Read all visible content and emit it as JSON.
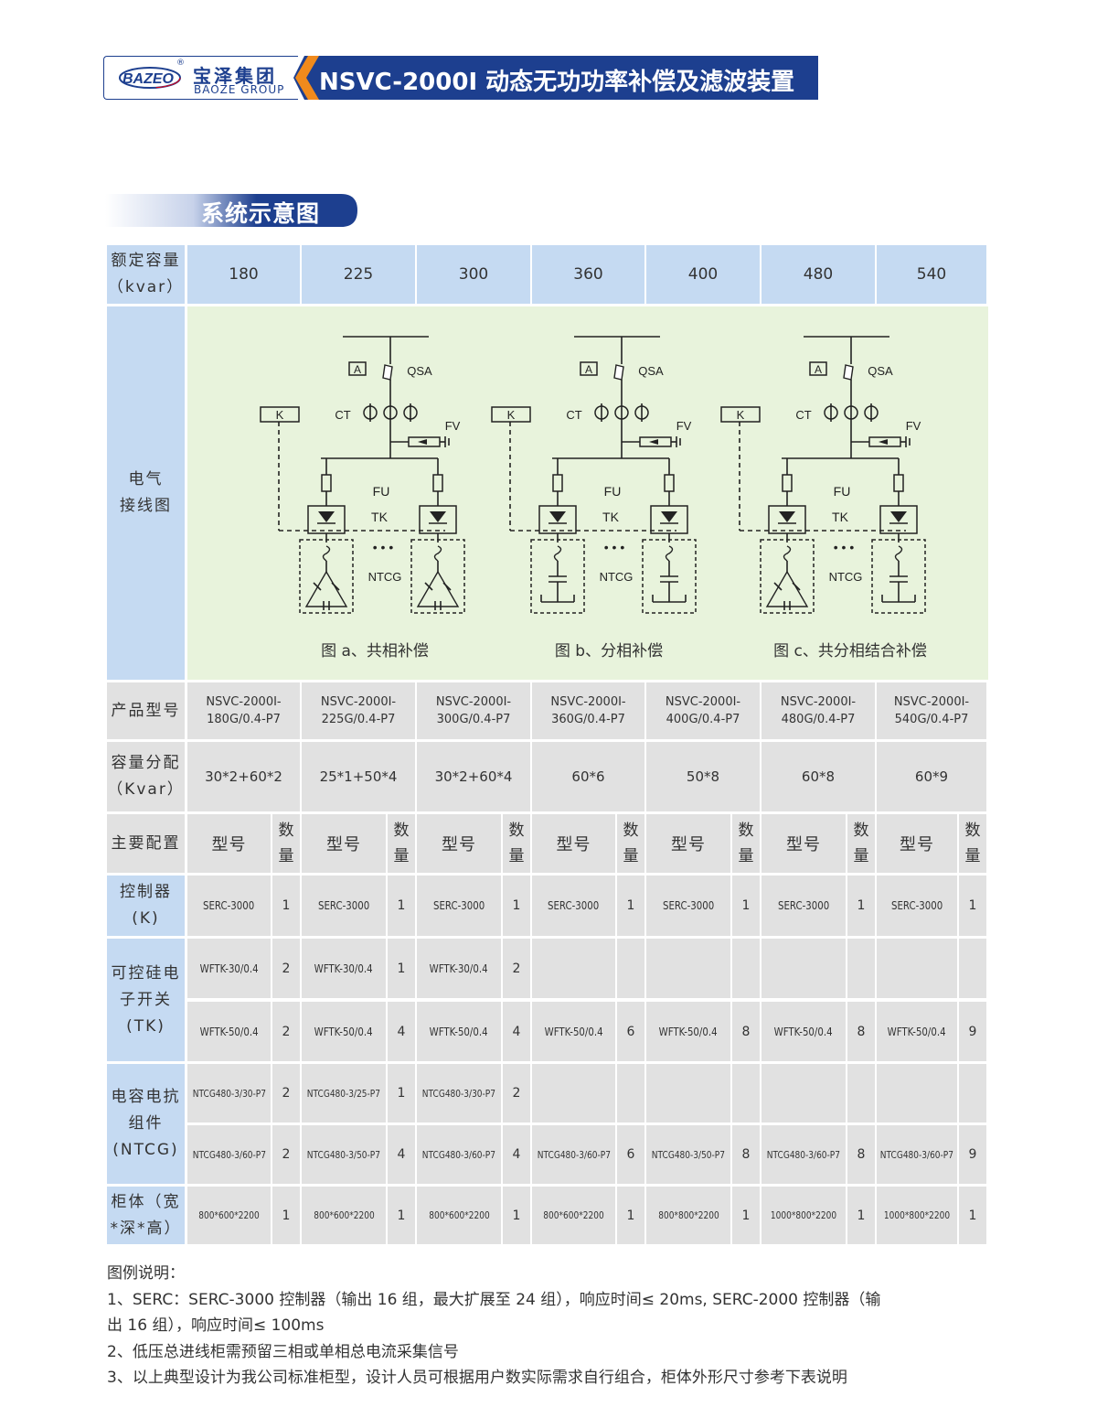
{
  "header": {
    "logo_mark": "BAZEO",
    "logo_cn": "宝泽集团",
    "logo_en": "BAOZE GROUP",
    "title": "NSVC-2000I 动态无功功率补偿及滤波装置",
    "colors": {
      "brand_blue": "#1d3f8f",
      "accent_orange": "#f08a1c"
    }
  },
  "section": {
    "title": "系统示意图"
  },
  "table": {
    "capacity_label": "额定容量（kvar）",
    "capacities": [
      "180",
      "225",
      "300",
      "360",
      "400",
      "480",
      "540"
    ],
    "wiring_label": "电气接线图",
    "diagram": {
      "labels": {
        "ammeter": "A",
        "switch": "QSA",
        "ct": "CT",
        "fv": "FV",
        "controller": "K",
        "fuse": "FU",
        "thyristor": "TK",
        "capacitor": "NTCG",
        "dots": "• • •"
      },
      "captions": [
        "图 a、共相补偿",
        "图 b、分相补偿",
        "图 c、共分相结合补偿"
      ]
    },
    "model_label": "产品型号",
    "models": [
      [
        "NSVC-2000I-",
        "180G/0.4-P7"
      ],
      [
        "NSVC-2000I-",
        "225G/0.4-P7"
      ],
      [
        "NSVC-2000I-",
        "300G/0.4-P7"
      ],
      [
        "NSVC-2000I-",
        "360G/0.4-P7"
      ],
      [
        "NSVC-2000I-",
        "400G/0.4-P7"
      ],
      [
        "NSVC-2000I-",
        "480G/0.4-P7"
      ],
      [
        "NSVC-2000I-",
        "540G/0.4-P7"
      ]
    ],
    "dist_label": "容量分配（Kvar）",
    "distributions": [
      "30*2+60*2",
      "25*1+50*4",
      "30*2+60*4",
      "60*6",
      "50*8",
      "60*8",
      "60*9"
    ],
    "config_label": "主要配置",
    "col_type": "型号",
    "col_qty": "数量",
    "controller": {
      "label": "控制器(K)",
      "rows": [
        {
          "model": "SERC-3000",
          "qty": "1"
        },
        {
          "model": "SERC-3000",
          "qty": "1"
        },
        {
          "model": "SERC-3000",
          "qty": "1"
        },
        {
          "model": "SERC-3000",
          "qty": "1"
        },
        {
          "model": "SERC-3000",
          "qty": "1"
        },
        {
          "model": "SERC-3000",
          "qty": "1"
        },
        {
          "model": "SERC-3000",
          "qty": "1"
        }
      ]
    },
    "tk": {
      "label": "可控硅电子开关(TK)",
      "row1": [
        {
          "model": "WFTK-30/0.4",
          "qty": "2"
        },
        {
          "model": "WFTK-30/0.4",
          "qty": "1"
        },
        {
          "model": "WFTK-30/0.4",
          "qty": "2"
        },
        {
          "model": "",
          "qty": ""
        },
        {
          "model": "",
          "qty": ""
        },
        {
          "model": "",
          "qty": ""
        },
        {
          "model": "",
          "qty": ""
        }
      ],
      "row2": [
        {
          "model": "WFTK-50/0.4",
          "qty": "2"
        },
        {
          "model": "WFTK-50/0.4",
          "qty": "4"
        },
        {
          "model": "WFTK-50/0.4",
          "qty": "4"
        },
        {
          "model": "WFTK-50/0.4",
          "qty": "6"
        },
        {
          "model": "WFTK-50/0.4",
          "qty": "8"
        },
        {
          "model": "WFTK-50/0.4",
          "qty": "8"
        },
        {
          "model": "WFTK-50/0.4",
          "qty": "9"
        }
      ]
    },
    "ntcg": {
      "label": "电容电抗组件(NTCG)",
      "row1": [
        {
          "model": "NTCG480-3/30-P7",
          "qty": "2"
        },
        {
          "model": "NTCG480-3/25-P7",
          "qty": "1"
        },
        {
          "model": "NTCG480-3/30-P7",
          "qty": "2"
        },
        {
          "model": "",
          "qty": ""
        },
        {
          "model": "",
          "qty": ""
        },
        {
          "model": "",
          "qty": ""
        },
        {
          "model": "",
          "qty": ""
        }
      ],
      "row2": [
        {
          "model": "NTCG480-3/60-P7",
          "qty": "2"
        },
        {
          "model": "NTCG480-3/50-P7",
          "qty": "4"
        },
        {
          "model": "NTCG480-3/60-P7",
          "qty": "4"
        },
        {
          "model": "NTCG480-3/60-P7",
          "qty": "6"
        },
        {
          "model": "NTCG480-3/50-P7",
          "qty": "8"
        },
        {
          "model": "NTCG480-3/60-P7",
          "qty": "8"
        },
        {
          "model": "NTCG480-3/60-P7",
          "qty": "9"
        }
      ]
    },
    "cabinet": {
      "label": "柜体（宽*深*高）",
      "rows": [
        {
          "model": "800*600*2200",
          "qty": "1"
        },
        {
          "model": "800*600*2200",
          "qty": "1"
        },
        {
          "model": "800*600*2200",
          "qty": "1"
        },
        {
          "model": "800*600*2200",
          "qty": "1"
        },
        {
          "model": "800*800*2200",
          "qty": "1"
        },
        {
          "model": "1000*800*2200",
          "qty": "1"
        },
        {
          "model": "1000*800*2200",
          "qty": "1"
        }
      ]
    }
  },
  "notes": {
    "title": "图例说明：",
    "lines": [
      "1、SERC：SERC-3000 控制器（输出 16 组，最大扩展至 24 组），响应时间≤ 20ms, SERC-2000 控制器（输",
      "出 16 组），响应时间≤ 100ms",
      "2、低压总进线柜需预留三相或单相总电流采集信号",
      "3、以上典型设计为我公司标准柜型，设计人员可根据用户数实际需求自行组合，柜体外形尺寸参考下表说明"
    ]
  }
}
